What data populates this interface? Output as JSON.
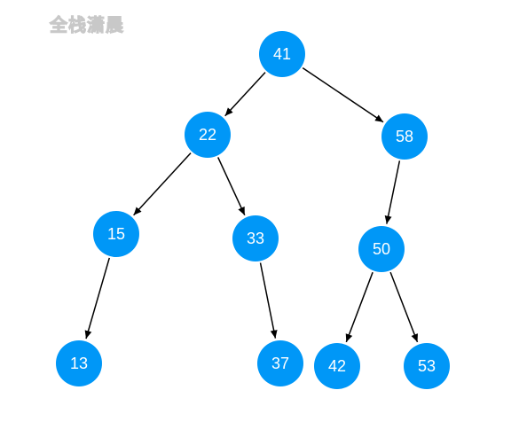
{
  "watermark": "全栈潇晨",
  "colors": {
    "node": "#0097f7",
    "edge": "#000000",
    "label": "#ffffff"
  },
  "tree": {
    "nodes": [
      {
        "id": "n41",
        "label": "41"
      },
      {
        "id": "n22",
        "label": "22"
      },
      {
        "id": "n58",
        "label": "58"
      },
      {
        "id": "n15",
        "label": "15"
      },
      {
        "id": "n33",
        "label": "33"
      },
      {
        "id": "n50",
        "label": "50"
      },
      {
        "id": "n13",
        "label": "13"
      },
      {
        "id": "n37",
        "label": "37"
      },
      {
        "id": "n42",
        "label": "42"
      },
      {
        "id": "n53",
        "label": "53"
      }
    ],
    "edges": [
      {
        "from": "n41",
        "to": "n22"
      },
      {
        "from": "n41",
        "to": "n58"
      },
      {
        "from": "n22",
        "to": "n15"
      },
      {
        "from": "n22",
        "to": "n33"
      },
      {
        "from": "n58",
        "to": "n50"
      },
      {
        "from": "n15",
        "to": "n13"
      },
      {
        "from": "n33",
        "to": "n37"
      },
      {
        "from": "n50",
        "to": "n42"
      },
      {
        "from": "n50",
        "to": "n53"
      }
    ]
  }
}
